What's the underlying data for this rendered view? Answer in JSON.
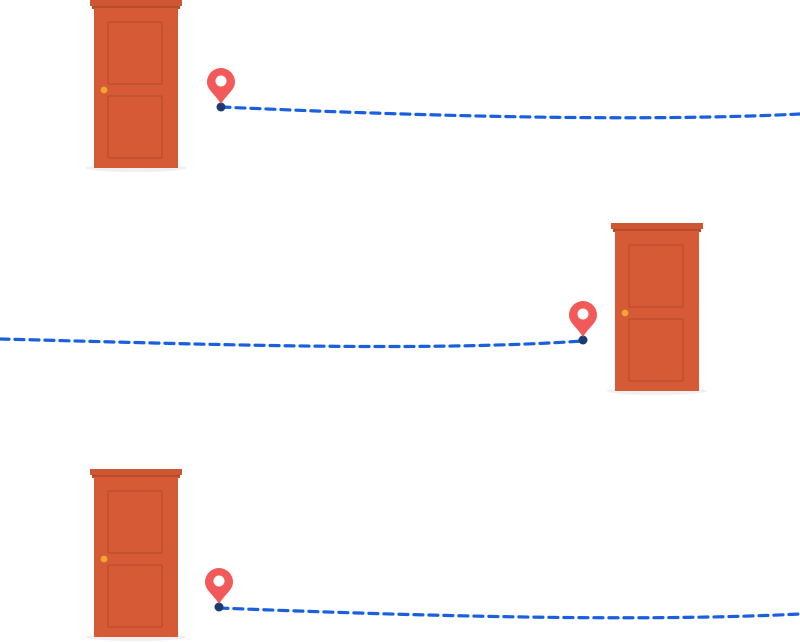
{
  "colors": {
    "background": "#ffffff",
    "door": "#d55a35",
    "door_dark": "#b94b2b",
    "door_panel_stroke": "#b44a2b",
    "door_trim": "#cf5633",
    "door_knob": "#f2a531",
    "floor_shadow": "#f1efef",
    "pin": "#f25a5a",
    "pin_hole": "#ffffff",
    "pin_dot": "#1d3a72",
    "path": "#1a5fe0"
  },
  "icons": {
    "door": "door-icon",
    "pin": "location-pin-icon"
  },
  "rows": [
    {
      "door_side": "left",
      "pin_side": "right-of-door",
      "path_direction": "to-right-edge"
    },
    {
      "door_side": "right",
      "pin_side": "left-of-door",
      "path_direction": "to-left-edge"
    },
    {
      "door_side": "left",
      "pin_side": "right-of-door",
      "path_direction": "to-right-edge"
    }
  ]
}
